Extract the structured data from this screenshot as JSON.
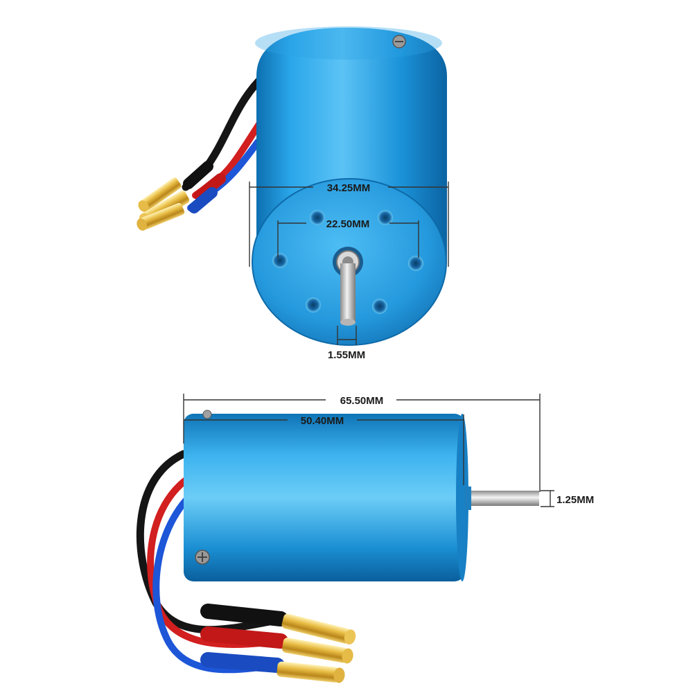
{
  "dimensions": {
    "outer_diameter": "34.25MM",
    "mount_hole_spacing": "22.50MM",
    "shaft_gap_front": "1.55MM",
    "total_length": "65.50MM",
    "can_length": "50.40MM",
    "shaft_diameter": "1.25MM"
  },
  "colors": {
    "motor_body": "#1f9be0",
    "wire_red": "#d21f1f",
    "wire_blue": "#1e56d8",
    "wire_black": "#151515",
    "connector_gold": "#d9a82c"
  }
}
